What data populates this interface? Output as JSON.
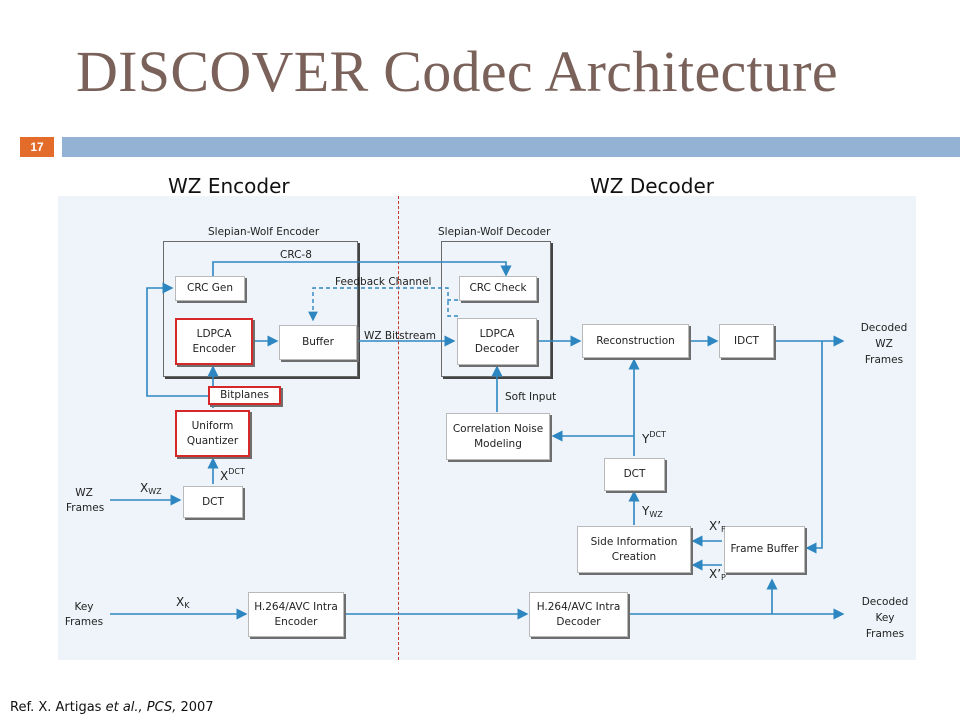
{
  "slide": {
    "title": "DISCOVER Codec Architecture",
    "number": "17",
    "encoder_heading": "WZ Encoder",
    "decoder_heading": "WZ Decoder",
    "reference": {
      "prefix": "Ref. X. Artigas ",
      "italic": "et al., PCS,",
      "suffix": " 2007"
    }
  },
  "diagram": {
    "group_labels": {
      "sw_encoder": "Slepian-Wolf Encoder",
      "sw_decoder": "Slepian-Wolf Decoder"
    },
    "blocks": {
      "crc_gen": "CRC Gen",
      "ldpca_encoder": "LDPCA Encoder",
      "buffer": "Buffer",
      "bitplanes": "Bitplanes",
      "uniform_quantizer": "Uniform Quantizer",
      "dct_enc": "DCT",
      "h264_enc": "H.264/AVC Intra Encoder",
      "crc_check": "CRC Check",
      "ldpca_decoder": "LDPCA Decoder",
      "reconstruction": "Reconstruction",
      "idct": "IDCT",
      "correlation": "Correlation Noise Modeling",
      "dct_dec": "DCT",
      "side_info": "Side Information Creation",
      "frame_buffer": "Frame Buffer",
      "h264_dec": "H.264/AVC Intra Decoder"
    },
    "labels": {
      "crc8": "CRC-8",
      "feedback": "Feedback Channel",
      "wz_bitstream": "WZ Bitstream",
      "soft_input": "Soft Input",
      "wz_frames": "WZ Frames",
      "key_frames": "Key Frames",
      "decoded_wz": "Decoded WZ Frames",
      "decoded_key": "Decoded Key Frames",
      "x_wz_base": "X",
      "x_wz_sub": "WZ",
      "x_dct_base": "X",
      "x_dct_sup": "DCT",
      "x_k_base": "X",
      "x_k_sub": "K",
      "y_dct_base": "Y",
      "y_dct_sup": "DCT",
      "y_wz_base": "Y",
      "y_wz_sub": "WZ",
      "xf_base": "X’",
      "xf_sub": "F",
      "xb_base": "X’",
      "xb_sub": "P"
    },
    "colors": {
      "arrow": "#2e86c1",
      "highlight": "#d62828",
      "divider": "#c0392b",
      "title": "#7a625b",
      "slide_bar": "#94b3d4",
      "number_badge": "#e36c2a"
    }
  }
}
